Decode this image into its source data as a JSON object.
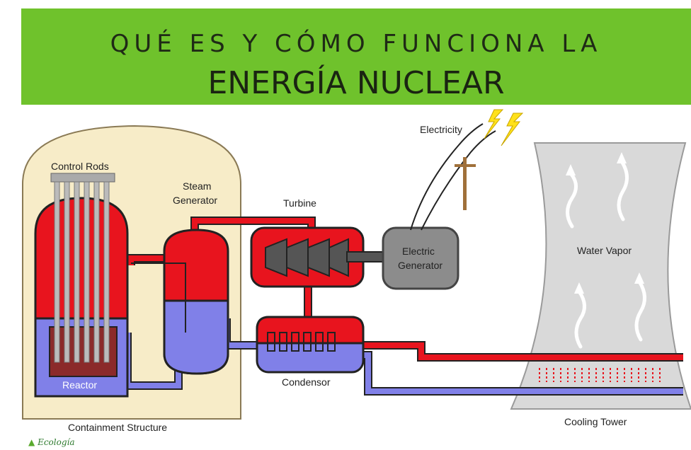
{
  "header": {
    "title_line1": "QUÉ ES Y CÓMO FUNCIONA LA",
    "title_line2": "ENERGÍA NUCLEAR"
  },
  "labels": {
    "control_rods": "Control Rods",
    "steam_generator_1": "Steam",
    "steam_generator_2": "Generator",
    "turbine": "Turbine",
    "electricity": "Electricity",
    "electric_generator_1": "Electric",
    "electric_generator_2": "Generator",
    "water_vapor": "Water Vapor",
    "reactor": "Reactor",
    "condensor": "Condensor",
    "containment_structure": "Containment Structure",
    "cooling_tower": "Cooling Tower"
  },
  "brand": {
    "text": "Ecología"
  },
  "colors": {
    "banner": "#6fc22c",
    "hot_water": "#e8141e",
    "cold_water": "#8080e8",
    "containment": "#f7ecc8",
    "tower": "#d9d9d9",
    "generator": "#8c8c8c",
    "lightning": "#ffe11a"
  }
}
